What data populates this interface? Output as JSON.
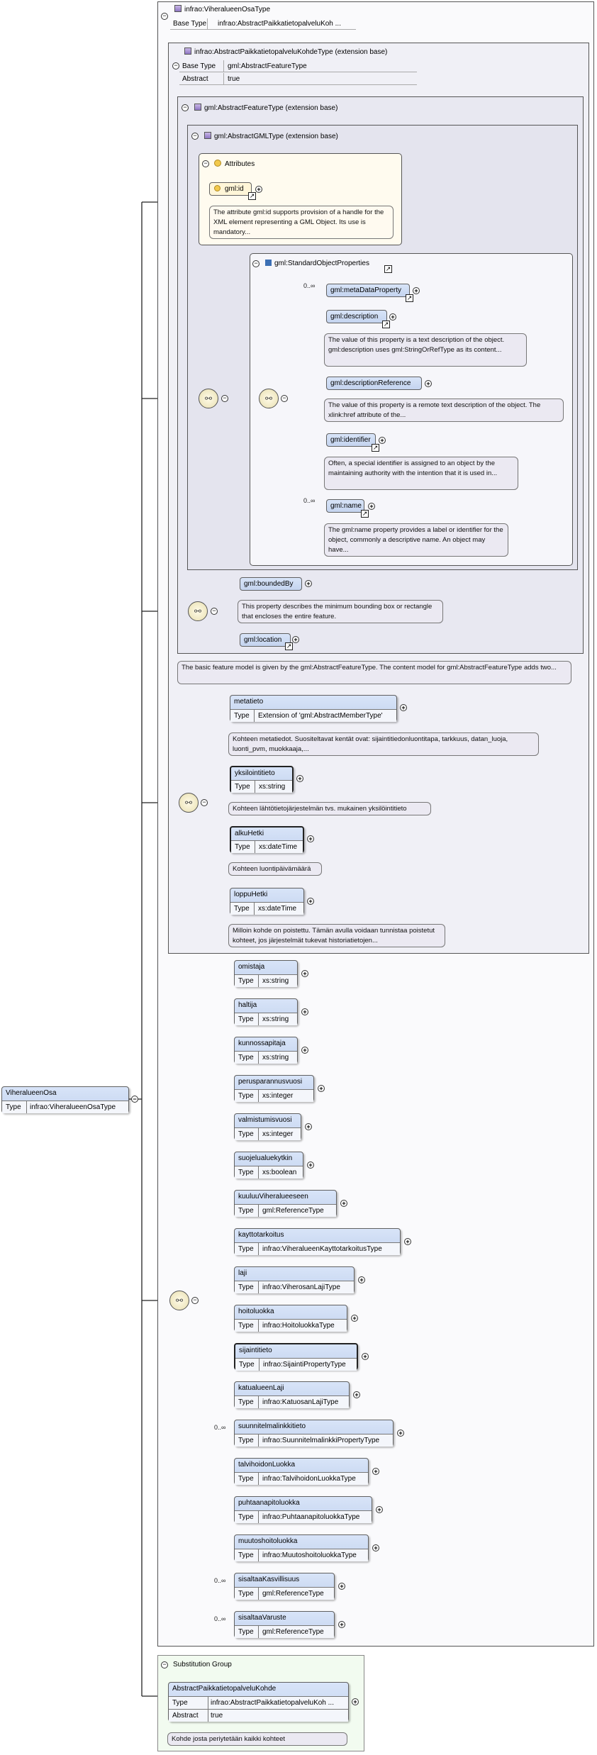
{
  "colors": {
    "element_fill": "#cfdcf4",
    "doc_fill": "#ebe9f2",
    "panel_bg": "#f0f0f6",
    "attr_bg": "#fffbef",
    "subst_bg": "#f2fbf0"
  },
  "root": {
    "name": "ViheralueenOsa",
    "type_label": "Type",
    "type_value": "infrao:ViheralueenOsaType"
  },
  "complex_type": {
    "name": "infrao:ViheralueenOsaType",
    "base_label": "Base Type",
    "base_value": "infrao:AbstractPaikkatietopalveluKoh ..."
  },
  "ext1": {
    "title": "infrao:AbstractPaikkatietopalveluKohdeType (extension base)",
    "base_label": "Base Type",
    "base_value": "gml:AbstractFeatureType",
    "abstract_label": "Abstract",
    "abstract_value": "true"
  },
  "ext2": {
    "title": "gml:AbstractFeatureType (extension base)"
  },
  "ext3": {
    "title": "gml:AbstractGMLType (extension base)"
  },
  "attributes": {
    "title": "Attributes",
    "id_name": "gml:id",
    "id_doc": "The attribute gml:id supports provision of a handle for the XML element representing a GML Object. Its use is mandatory..."
  },
  "std_props": {
    "title": "gml:StandardObjectProperties",
    "items": [
      {
        "name": "gml:metaDataProperty",
        "card": "0..∞",
        "doc": ""
      },
      {
        "name": "gml:description",
        "card": "",
        "doc": "The value of this property is a text description of the object. gml:description uses gml:StringOrRefType as its content..."
      },
      {
        "name": "gml:descriptionReference",
        "card": "",
        "doc": "The value of this property is a remote text description of the object. The xlink:href attribute of the..."
      },
      {
        "name": "gml:identifier",
        "card": "",
        "doc": "Often, a special identifier is assigned to an object by the maintaining authority with the intention that it is used in..."
      },
      {
        "name": "gml:name",
        "card": "0..∞",
        "doc": "The gml:name property provides a label or identifier for the object, commonly a descriptive name. An object may have..."
      }
    ]
  },
  "bounded": {
    "name": "gml:boundedBy",
    "doc": "This property describes the minimum bounding box or rectangle that encloses the entire feature."
  },
  "location": {
    "name": "gml:location"
  },
  "feature_doc": "The basic feature model is given by the gml:AbstractFeatureType. The content model for gml:AbstractFeatureType adds two...",
  "paikka_elements": [
    {
      "name": "metatieto",
      "type_label": "Type",
      "type": "Extension of 'gml:AbstractMemberType'",
      "doc": "Kohteen metatiedot. Suositeltavat kentät ovat: sijaintitiedonluontitapa, tarkkuus, datan_luoja, luonti_pvm, muokkaaja,..."
    },
    {
      "name": "yksilointitieto",
      "type_label": "Type",
      "type": "xs:string",
      "doc": "Kohteen lähtötietojärjestelmän tvs. mukainen yksilöintitieto"
    },
    {
      "name": "alkuHetki",
      "type_label": "Type",
      "type": "xs:dateTime",
      "doc": "Kohteen luontipäivämäärä"
    },
    {
      "name": "loppuHetki",
      "type_label": "Type",
      "type": "xs:dateTime",
      "doc": "Milloin kohde on poistettu. Tämän avulla voidaan tunnistaa poistetut kohteet, jos järjestelmät tukevat historiatietojen..."
    }
  ],
  "own_elements": [
    {
      "name": "omistaja",
      "type_label": "Type",
      "type": "xs:string",
      "card": ""
    },
    {
      "name": "haltija",
      "type_label": "Type",
      "type": "xs:string",
      "card": ""
    },
    {
      "name": "kunnossapitaja",
      "type_label": "Type",
      "type": "xs:string",
      "card": ""
    },
    {
      "name": "perusparannusvuosi",
      "type_label": "Type",
      "type": "xs:integer",
      "card": ""
    },
    {
      "name": "valmistumisvuosi",
      "type_label": "Type",
      "type": "xs:integer",
      "card": ""
    },
    {
      "name": "suojelualuekytkin",
      "type_label": "Type",
      "type": "xs:boolean",
      "card": ""
    },
    {
      "name": "kuuluuViheralueeseen",
      "type_label": "Type",
      "type": "gml:ReferenceType",
      "card": ""
    },
    {
      "name": "kayttotarkoitus",
      "type_label": "Type",
      "type": "infrao:ViheralueenKayttotarkoitusType",
      "card": ""
    },
    {
      "name": "laji",
      "type_label": "Type",
      "type": "infrao:ViherosanLajiType",
      "card": ""
    },
    {
      "name": "hoitoluokka",
      "type_label": "Type",
      "type": "infrao:HoitoluokkaType",
      "card": ""
    },
    {
      "name": "sijaintitieto",
      "type_label": "Type",
      "type": "infrao:SijaintiPropertyType",
      "card": ""
    },
    {
      "name": "katualueenLaji",
      "type_label": "Type",
      "type": "infrao:KatuosanLajiType",
      "card": ""
    },
    {
      "name": "suunnitelmalinkkitieto",
      "type_label": "Type",
      "type": "infrao:SuunnitelmalinkkiPropertyType",
      "card": "0..∞"
    },
    {
      "name": "talvihoidonLuokka",
      "type_label": "Type",
      "type": "infrao:TalvihoidonLuokkaType",
      "card": ""
    },
    {
      "name": "puhtaanapitoluokka",
      "type_label": "Type",
      "type": "infrao:PuhtaanapitoluokkaType",
      "card": ""
    },
    {
      "name": "muutoshoitoluokka",
      "type_label": "Type",
      "type": "infrao:MuutoshoitoluokkaType",
      "card": ""
    },
    {
      "name": "sisaltaaKasvillisuus",
      "type_label": "Type",
      "type": "gml:ReferenceType",
      "card": "0..∞"
    },
    {
      "name": "sisaltaaVaruste",
      "type_label": "Type",
      "type": "gml:ReferenceType",
      "card": "0..∞"
    }
  ],
  "substitution": {
    "title": "Substitution Group",
    "name": "AbstractPaikkatietopalveluKohde",
    "type_label": "Type",
    "type_value": "infrao:AbstractPaikkatietopalveluKoh ...",
    "abstract_label": "Abstract",
    "abstract_value": "true",
    "doc": "Kohde josta periytetään kaikki kohteet"
  }
}
